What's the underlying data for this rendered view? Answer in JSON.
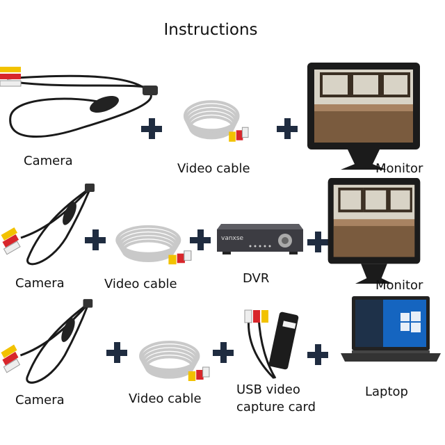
{
  "title": "Instructions",
  "rows": [
    {
      "items": [
        {
          "type": "camera",
          "label": "Camera"
        },
        {
          "type": "cable",
          "label": "Video cable"
        },
        {
          "type": "monitor",
          "label": "Monitor"
        }
      ]
    },
    {
      "items": [
        {
          "type": "camera",
          "label": "Camera"
        },
        {
          "type": "cable",
          "label": "Video cable"
        },
        {
          "type": "dvr",
          "label": "DVR",
          "brand": "vanxse"
        },
        {
          "type": "monitor",
          "label": "Monitor"
        }
      ]
    },
    {
      "items": [
        {
          "type": "camera",
          "label": "Camera"
        },
        {
          "type": "cable",
          "label": "Video cable"
        },
        {
          "type": "usb",
          "label_line1": "USB video",
          "label_line2": "capture card"
        },
        {
          "type": "laptop",
          "label": "Laptop"
        }
      ]
    }
  ],
  "colors": {
    "plus": "#1f2c40",
    "cable_gray": "#c9c9c9",
    "rca_yellow": "#f2c200",
    "rca_red": "#d8262b",
    "rca_white": "#eeeeee"
  }
}
